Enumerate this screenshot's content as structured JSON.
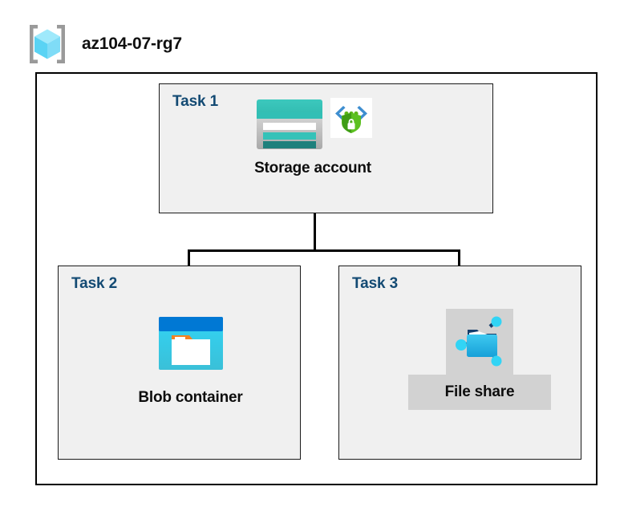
{
  "diagram": {
    "title": "az104-07-rg7",
    "resource_group_icon": "resource-group-cube-icon",
    "accent_task_color": "#134a73",
    "container_border_color": "#000000",
    "task_fill_color": "#f0f0f0",
    "highlight_color": "#d2d2d2",
    "tasks": [
      {
        "label": "Task 1",
        "node_caption": "Storage account",
        "icons": [
          "storage-account-icon",
          "secure-endpoint-shield-icon"
        ]
      },
      {
        "label": "Task 2",
        "node_caption": "Blob container",
        "icons": [
          "blob-container-icon"
        ]
      },
      {
        "label": "Task 3",
        "node_caption": "File share",
        "icons": [
          "file-share-icon"
        ]
      }
    ],
    "connectors": [
      {
        "name": "storage-to-branch-trunk"
      },
      {
        "name": "branch-horizontal-bus"
      },
      {
        "name": "branch-to-blob-container"
      },
      {
        "name": "branch-to-file-share"
      }
    ]
  }
}
